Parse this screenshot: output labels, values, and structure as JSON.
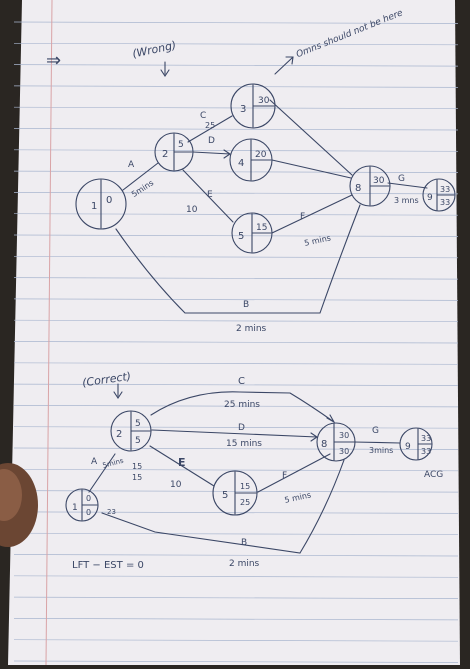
{
  "header": {
    "arrow_mark": "⇒",
    "wrong_label": "(Wrong)",
    "note": "Omns should not be here",
    "correct_label": "(Correct)"
  },
  "wrong_diagram": {
    "nodes": [
      {
        "id": "1",
        "top": "0"
      },
      {
        "id": "2",
        "top": "5"
      },
      {
        "id": "3",
        "top": "30"
      },
      {
        "id": "4",
        "top": "20"
      },
      {
        "id": "5",
        "top": "15"
      },
      {
        "id": "8",
        "top": "30"
      },
      {
        "id": "9",
        "top": "33",
        "bottom": "33"
      }
    ],
    "edge_labels": {
      "a": "A",
      "a_time": "5mins",
      "c": "C",
      "c_time": "25",
      "d": "D",
      "e": "E",
      "e_time": "10",
      "f": "F",
      "f_time": "5 mins",
      "g": "G",
      "g_time": "3 mns",
      "b": "B",
      "b_time": "2 mins"
    }
  },
  "correct_diagram": {
    "nodes": [
      {
        "id": "1",
        "top": "0",
        "bottom": "0"
      },
      {
        "id": "2",
        "top": "5",
        "bottom": "5"
      },
      {
        "id": "5",
        "top": "15",
        "bottom": "25"
      },
      {
        "id": "8",
        "top": "30",
        "bottom": "30"
      },
      {
        "id": "9",
        "top": "33",
        "bottom": "33"
      }
    ],
    "edge_labels": {
      "a": "A",
      "a_time": "5mins",
      "c": "C",
      "c_time": "25 mins",
      "d": "D",
      "d_time": "15 mins",
      "d_slack": "15",
      "d_slack2": "15",
      "e": "E",
      "e_time": "10",
      "f": "F",
      "f_time": "5 mins",
      "g": "G",
      "g_time": "3mins",
      "b": "B",
      "b_slack": "23",
      "b_time": "2 mins"
    },
    "acg": "ACG",
    "footnote": "LFT − EST = 0"
  },
  "colors": {
    "paper": "#efedf1",
    "rule_line": "#a9b6cf",
    "margin_line": "#d9a3a6",
    "ink": "#3b4766"
  }
}
